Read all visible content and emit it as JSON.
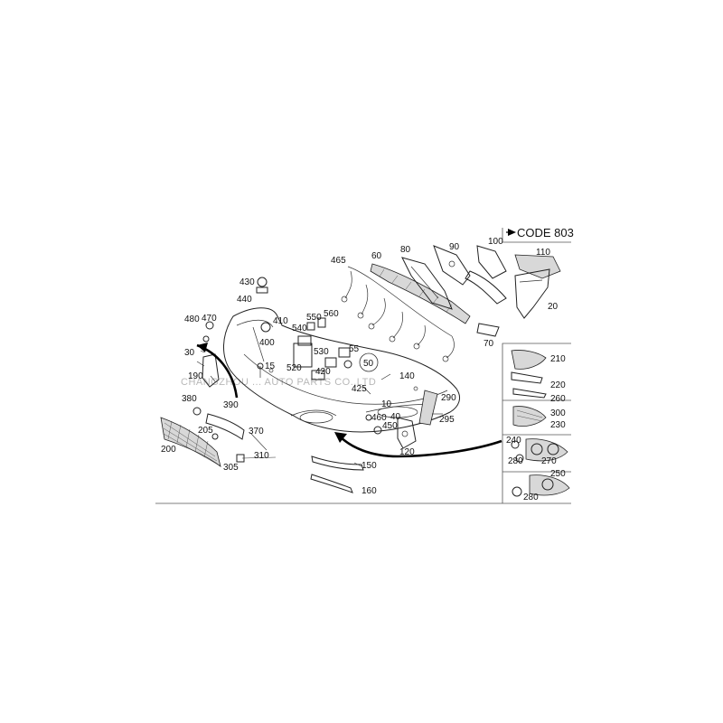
{
  "diagram": {
    "code_label": "CODE 803",
    "watermark": "CHANGZHOU ... AUTO PARTS CO.,LTD",
    "callouts": {
      "c10": "10",
      "c15": "15",
      "c20": "20",
      "c30": "30",
      "c40": "40",
      "c50": "50",
      "c55": "55",
      "c60": "60",
      "c70": "70",
      "c80": "80",
      "c90": "90",
      "c100": "100",
      "c110": "110",
      "c120": "120",
      "c140": "140",
      "c150": "150",
      "c160": "160",
      "c190": "190",
      "c200": "200",
      "c205": "205",
      "c210": "210",
      "c220": "220",
      "c230": "230",
      "c240": "240",
      "c250": "250",
      "c260": "260",
      "c270": "270",
      "c280a": "280",
      "c280b": "280",
      "c290": "290",
      "c295": "295",
      "c300": "300",
      "c305": "305",
      "c310": "310",
      "c370": "370",
      "c380": "380",
      "c390": "390",
      "c400": "400",
      "c410": "410",
      "c420": "420",
      "c425": "425",
      "c430": "430",
      "c440": "440",
      "c450": "450",
      "c460": "460",
      "c465": "465",
      "c470": "470",
      "c480": "480",
      "c520": "520",
      "c530": "530",
      "c540": "540",
      "c550": "550",
      "c560": "560"
    }
  }
}
